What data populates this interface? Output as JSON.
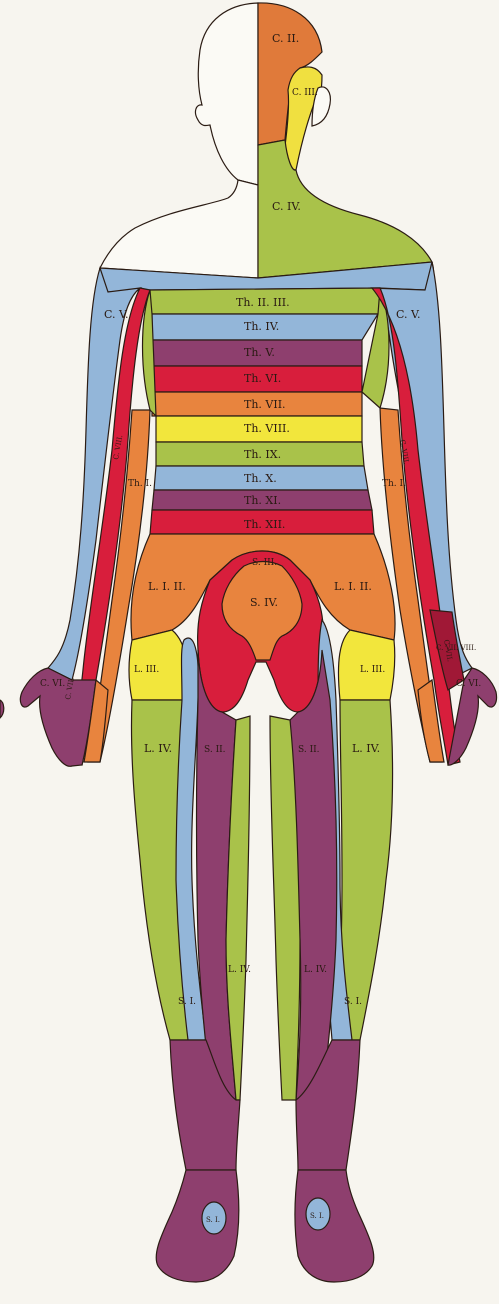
{
  "labels": {
    "c2": "C. II.",
    "c3": "C. III.",
    "c4": "C. IV.",
    "c5_left": "C. V.",
    "c5_right": "C. V.",
    "th23": "Th. II. III.",
    "th4": "Th. IV.",
    "th5": "Th. V.",
    "th6": "Th. VI.",
    "th7": "Th. VII.",
    "th8": "Th. VIII.",
    "th9": "Th. IX.",
    "th10": "Th. X.",
    "th11": "Th. XI.",
    "th12": "Th. XII.",
    "th1_left": "Th. I.",
    "th1_right": "Th. I.",
    "c8_left": "C. VIII.",
    "c8_right": "C. VIII.",
    "c6_left": "C. VI.",
    "c6_right": "C. VI.",
    "c7_left": "C. VII.",
    "c7_right": "C. VII.",
    "c7c8_right": "C. VII. VIII.",
    "s3": "S. III.",
    "s4": "S. IV.",
    "l12_left": "L. I. II.",
    "l12_right": "L. I. II.",
    "l3_left": "L. III.",
    "l3_right": "L. III.",
    "l4_left": "L. IV.",
    "l4_right": "L. IV.",
    "s2_left": "S. II.",
    "s2_right": "S. II.",
    "l4_inner_left": "L. IV.",
    "l4_inner_right": "L. IV.",
    "s1_left": "S. I.",
    "s1_right": "S. I.",
    "s1_foot_left": "S. I.",
    "s1_foot_right": "S. I."
  },
  "colors": {
    "background": "#f7f5ef",
    "c2": "#e07a3a",
    "c3": "#f0e040",
    "c4": "#a9c24a",
    "c5": "#93b6d9",
    "th2_3": "#a9c24a",
    "th4": "#93b6d9",
    "th5": "#8e3f6e",
    "th6": "#d81e3c",
    "th7": "#e8843e",
    "th8": "#f2e63c",
    "th9": "#a9c24a",
    "th10": "#93b6d9",
    "th11": "#8e3f6e",
    "th12": "#d81e3c",
    "th1": "#e8843e",
    "c8": "#d81e3c",
    "c6": "#8e3f6e",
    "l1_2": "#e8843e",
    "l3": "#f2e63c",
    "l4": "#a9c24a",
    "s1": "#93b6d9",
    "s2": "#8e3f6e",
    "s3": "#d81e3c",
    "s4": "#e8843e",
    "skin_outline": "#2b1c14"
  }
}
